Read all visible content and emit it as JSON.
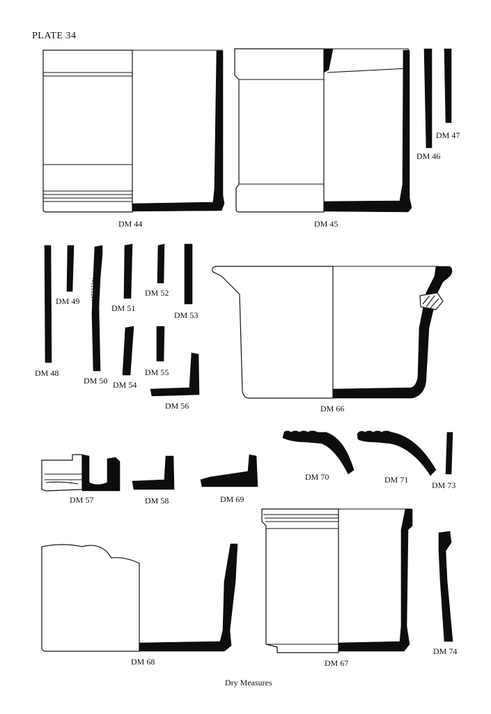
{
  "plate": {
    "title": "PLATE 34"
  },
  "caption": "Dry Measures",
  "labels": {
    "dm44": "DM 44",
    "dm45": "DM 45",
    "dm46": "DM 46",
    "dm47": "DM 47",
    "dm48": "DM 48",
    "dm49": "DM 49",
    "dm50": "DM 50",
    "dm51": "DM 51",
    "dm52": "DM 52",
    "dm53": "DM 53",
    "dm54": "DM 54",
    "dm55": "DM 55",
    "dm56": "DM 56",
    "dm57": "DM 57",
    "dm58": "DM 58",
    "dm66": "DM 66",
    "dm67": "DM 67",
    "dm68": "DM 68",
    "dm69": "DM 69",
    "dm70": "DM 70",
    "dm71": "DM 71",
    "dm73": "DM 73",
    "dm74": "DM 74"
  },
  "colors": {
    "ink": "#0d0d0d",
    "paper": "#ffffff"
  }
}
